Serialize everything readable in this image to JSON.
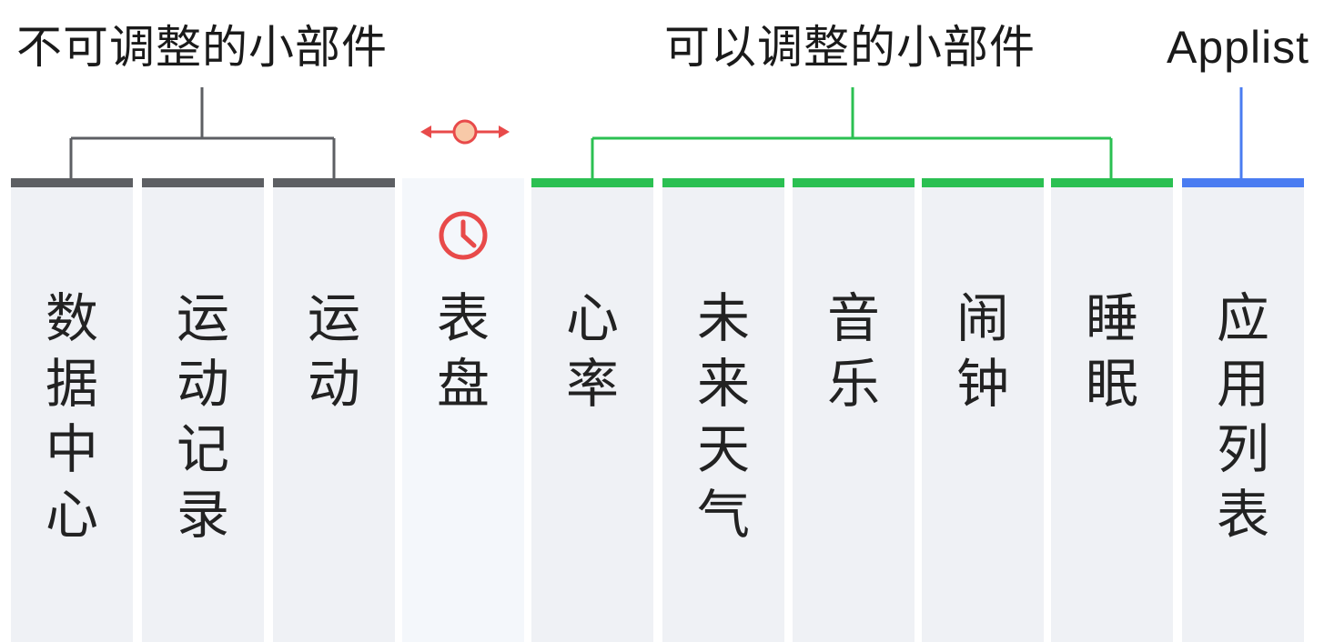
{
  "groups": {
    "fixed_label": "不可调整的小部件",
    "adjustable_label": "可以调整的小部件",
    "applist_label": "Applist"
  },
  "columns": [
    {
      "text": "数据中心",
      "group": "fixed"
    },
    {
      "text": "运动记录",
      "group": "fixed"
    },
    {
      "text": "运动",
      "group": "fixed"
    },
    {
      "text": "表盘",
      "group": "watch"
    },
    {
      "text": "心率",
      "group": "adjustable"
    },
    {
      "text": "未来天气",
      "group": "adjustable"
    },
    {
      "text": "音乐",
      "group": "adjustable"
    },
    {
      "text": "闹钟",
      "group": "adjustable"
    },
    {
      "text": "睡眠",
      "group": "adjustable"
    },
    {
      "text": "应用列表",
      "group": "applist"
    }
  ],
  "icons": {
    "drag_handle": "horizontal-drag-icon",
    "watch": "clock-icon"
  },
  "colors": {
    "fixed": "#5d5f63",
    "adjustable": "#2bc052",
    "applist": "#4a7cf1",
    "accent": "#e84a4a",
    "handle_fill": "#f8c9a8"
  }
}
